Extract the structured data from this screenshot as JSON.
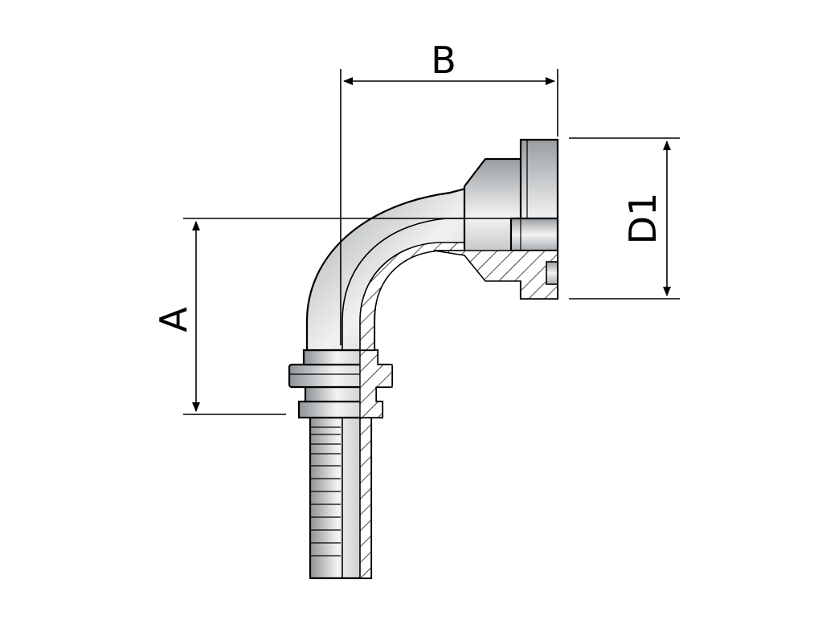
{
  "dimensions": {
    "a": "A",
    "b": "B",
    "d1": "D1"
  },
  "colors": {
    "metal_dark": "#8f9396",
    "metal_mid": "#c9cdd0",
    "metal_light": "#f2f3f4",
    "section_fill": "#ffffff",
    "outline": "#000000"
  }
}
